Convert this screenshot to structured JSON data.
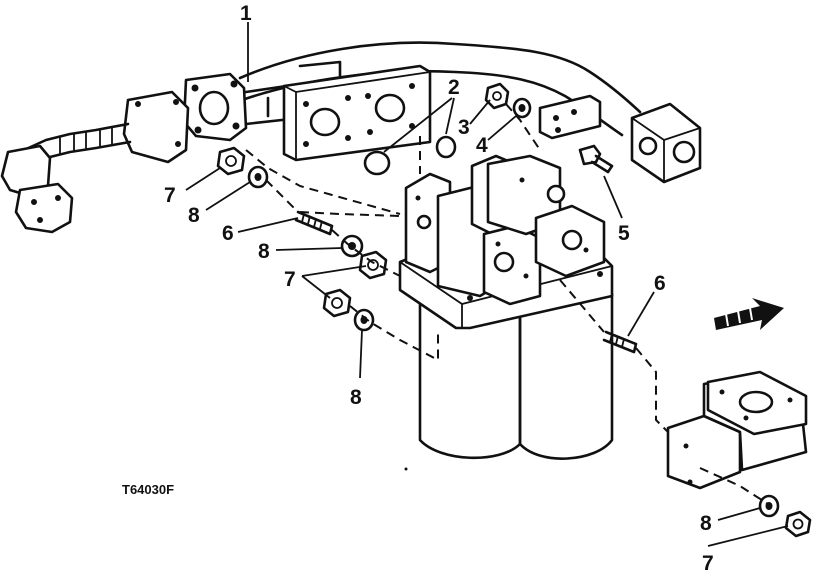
{
  "figure_id": "T64030F",
  "callouts": {
    "c1": "1",
    "c2": "2",
    "c3": "3",
    "c4": "4",
    "c5": "5",
    "c6a": "6",
    "c6b": "6",
    "c7a": "7",
    "c7b": "7",
    "c7c": "7",
    "c8a": "8",
    "c8b": "8",
    "c8c": "8",
    "c8d": "8"
  },
  "colors": {
    "ink": "#111111",
    "paper": "#ffffff"
  }
}
